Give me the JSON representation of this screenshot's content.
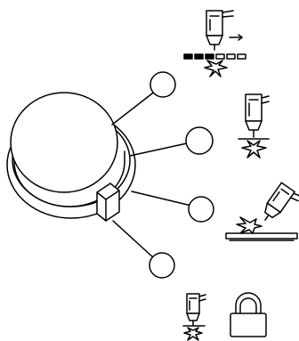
{
  "diagram": {
    "kind": "rotary selector knob with four positions",
    "positions": [
      {
        "order": 1,
        "icon": "stitch-weld-torch-icon"
      },
      {
        "order": 2,
        "icon": "spot-weld-torch-icon"
      },
      {
        "order": 3,
        "icon": "continuous-weld-torch-icon"
      },
      {
        "order": 4,
        "icon": "trigger-lock-icon"
      }
    ],
    "colors": {
      "line": "#000000",
      "fill": "#ffffff"
    }
  }
}
